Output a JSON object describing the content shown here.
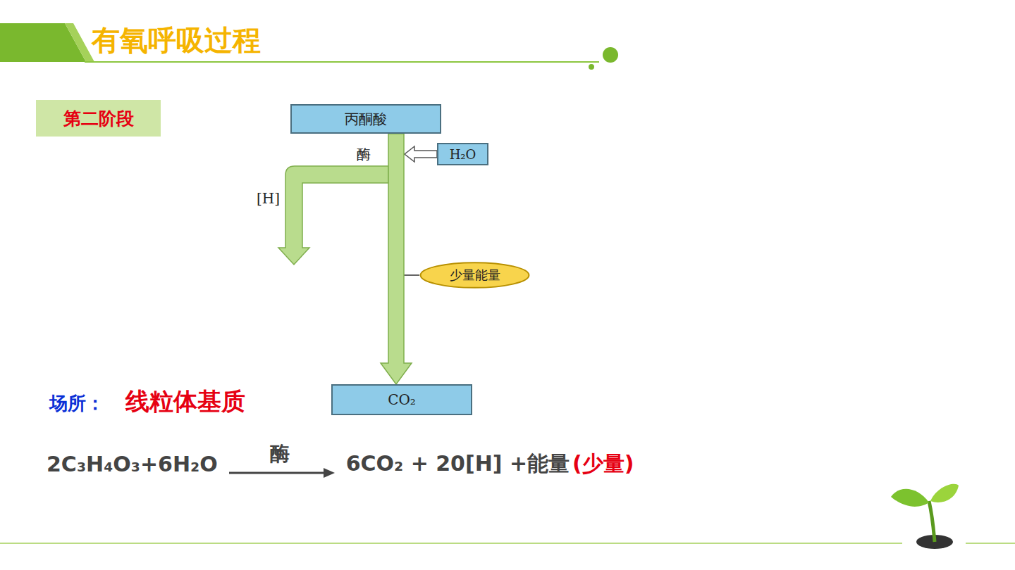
{
  "diagram": {
    "title": "有氧呼吸过程",
    "nodes": [
      {
        "text": [
          "第二阶段"
        ]
      },
      {
        "text": [
          "丙酮酸"
        ]
      },
      {
        "text": [
          "H₂O"
        ]
      },
      {
        "text": [
          "少量能量"
        ]
      },
      {
        "text": [
          "CO₂"
        ]
      }
    ],
    "edges": [
      {
        "from": 1,
        "to": 4,
        "arrow": "to"
      },
      {
        "from": 2,
        "to": 4,
        "arrow": "to"
      },
      {
        "from": 1,
        "to": 3,
        "arrow": "none"
      }
    ],
    "labels": [
      "酶",
      "[H]",
      "场所：",
      "线粒体基质",
      "2C₃H₄O₃+6H₂O",
      "酶",
      "6CO₂ + 20[H] +能量",
      "(少量)"
    ]
  }
}
